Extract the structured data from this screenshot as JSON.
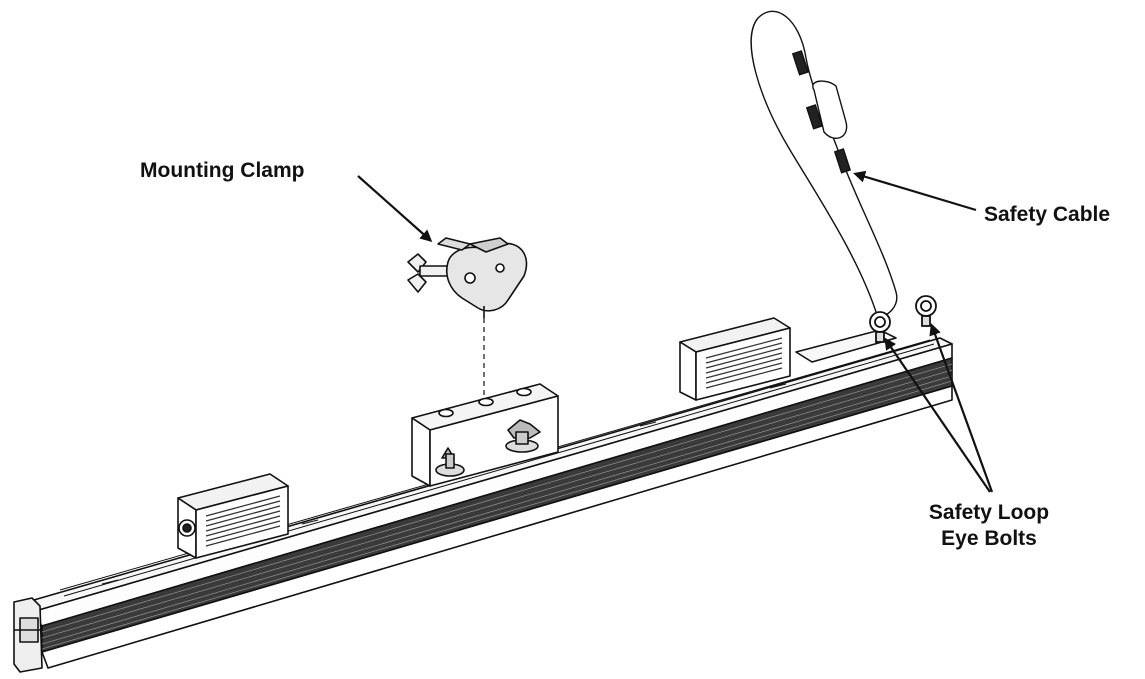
{
  "labels": {
    "mounting_clamp": "Mounting Clamp",
    "safety_cable": "Safety Cable",
    "safety_loop_line1": "Safety Loop",
    "safety_loop_line2": "Eye Bolts"
  },
  "colors": {
    "line": "#111111",
    "bar_dark": "#3a3a3a",
    "bar_light": "#f4f4f4",
    "fin": "#555555"
  }
}
